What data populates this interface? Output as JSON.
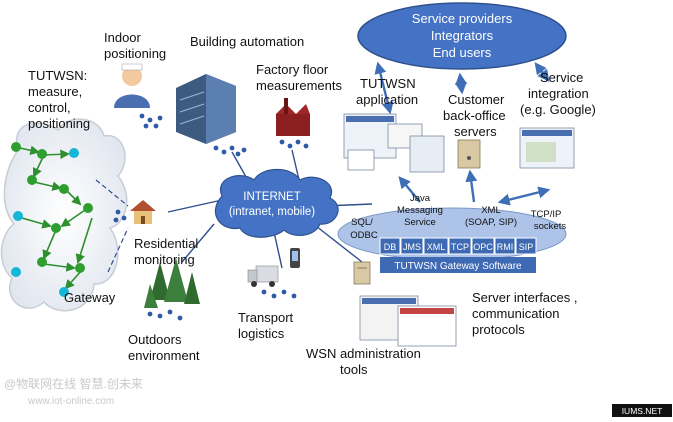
{
  "colors": {
    "service_ellipse": "#4472c4",
    "bus": "#3e69b3",
    "node_green": "#2e9f2e",
    "node_cyan": "#16b6d6",
    "dots": "#2f5aa8"
  },
  "service_ellipse": {
    "line1": "Service providers",
    "line2": "Integrators",
    "line3": "End users"
  },
  "labels": {
    "tutwsn_l1": "TUTWSN:",
    "tutwsn_l2": "measure,",
    "tutwsn_l3": "control,",
    "tutwsn_l4": "positioning",
    "indoor_l1": "Indoor",
    "indoor_l2": "positioning",
    "building": "Building automation",
    "factory_l1": "Factory floor",
    "factory_l2": "measurements",
    "app_l1": "TUTWSN",
    "app_l2": "application",
    "backoffice_l1": "Customer",
    "backoffice_l2": "back-office",
    "backoffice_l3": "servers",
    "integration_l1": "Service",
    "integration_l2": "integration",
    "integration_l3": "(e.g. Google)",
    "residential_l1": "Residential",
    "residential_l2": "monitoring",
    "gateway": "Gateway",
    "outdoors_l1": "Outdoors",
    "outdoors_l2": "environment",
    "transport_l1": "Transport",
    "transport_l2": "logistics",
    "wsn_admin_l1": "WSN administration",
    "wsn_admin_l2": "tools",
    "server_if_l1": "Server interfaces ,",
    "server_if_l2": "communication",
    "server_if_l3": "protocols"
  },
  "internet": {
    "line1": "INTERNET",
    "line2": "(intranet, mobile)"
  },
  "protocols": {
    "sql_l1": "SQL/",
    "sql_l2": "ODBC",
    "java_l1": "Java",
    "java_l2": "Messaging",
    "java_l3": "Service",
    "xml_l1": "XML",
    "xml_l2": "(SOAP, SIP)",
    "tcp_l1": "TCP/IP",
    "tcp_l2": "sockets"
  },
  "gateway_software": {
    "label": "TUTWSN Gateway Software",
    "boxes": [
      "DB",
      "JMS",
      "XML",
      "TCP",
      "OPC",
      "RMI",
      "SIP"
    ]
  },
  "watermarks": {
    "cn_line": "@物联网在线 智慧.创未来",
    "url_line": "www.iot-online.com",
    "corner": "IUMS.NET"
  }
}
